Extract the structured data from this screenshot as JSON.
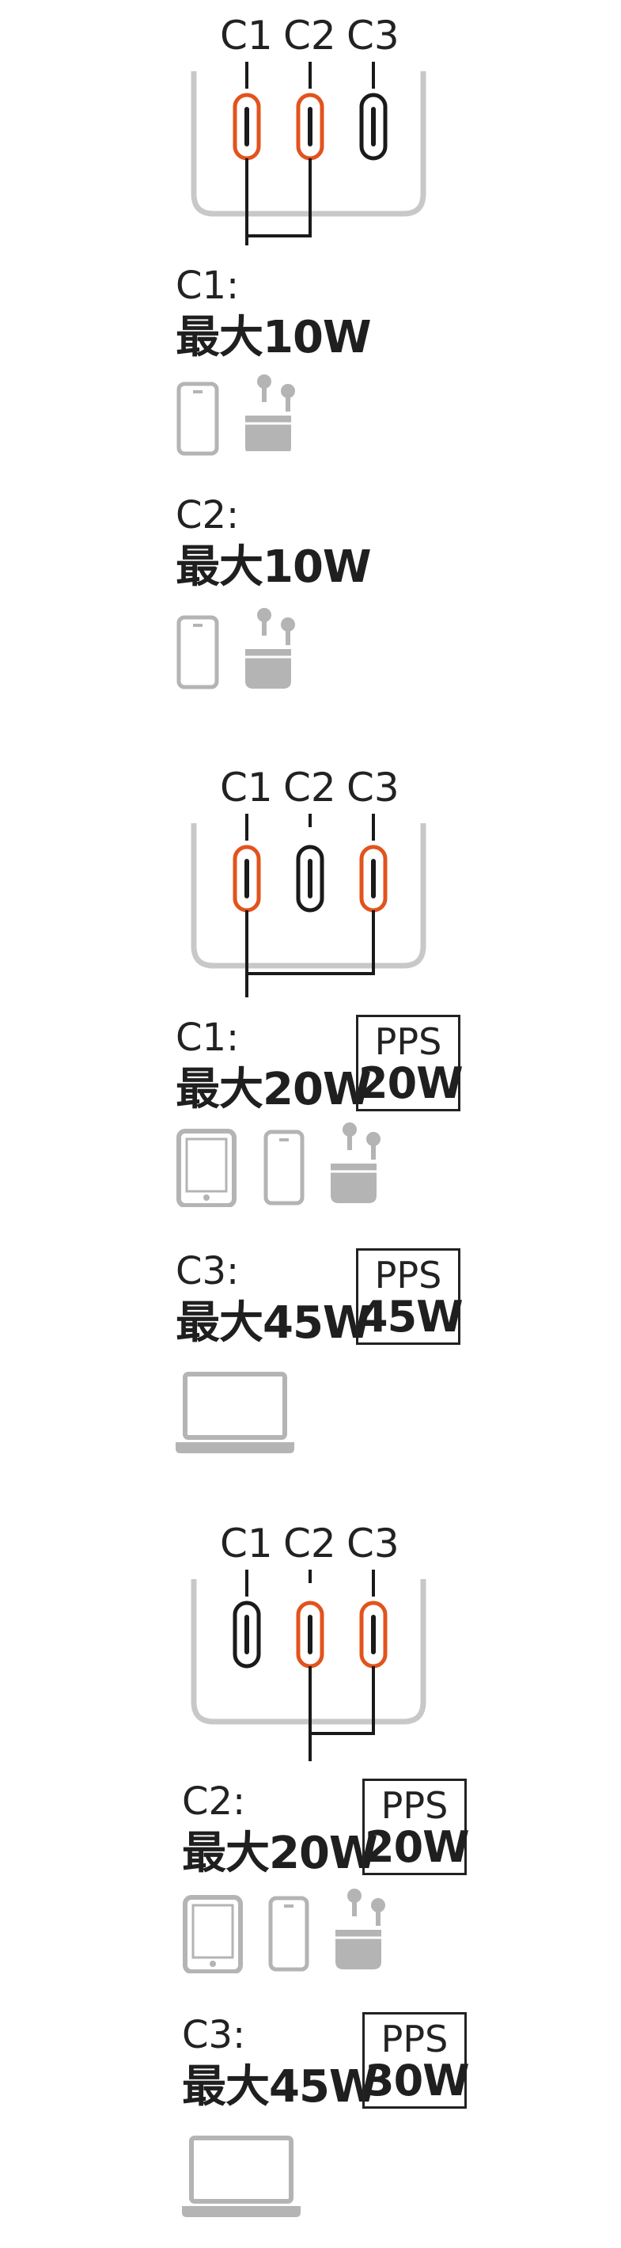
{
  "colors": {
    "active_port": "#e2531d",
    "inactive_port": "#1a1a1a",
    "outline": "#c8c8c8",
    "device": "#b4b4b4",
    "line": "#1a1a1a"
  },
  "configs": [
    {
      "ports": [
        "C1",
        "C2",
        "C3"
      ],
      "active": [
        "C1",
        "C2"
      ],
      "sections": [
        {
          "port": "C1:",
          "max": "最大10W",
          "devices": [
            "phone-icon",
            "earbuds-icon"
          ]
        },
        {
          "port": "C2:",
          "max": "最大10W",
          "devices": [
            "phone-icon",
            "earbuds-icon"
          ]
        }
      ]
    },
    {
      "ports": [
        "C1",
        "C2",
        "C3"
      ],
      "active": [
        "C1",
        "C3"
      ],
      "sections": [
        {
          "port": "C1:",
          "max": "最大20W",
          "pps_label": "PPS",
          "pps_power": "20W",
          "devices": [
            "tablet-icon",
            "phone-icon",
            "earbuds-icon"
          ]
        },
        {
          "port": "C3:",
          "max": "最大45W",
          "pps_label": "PPS",
          "pps_power": "45W",
          "devices": [
            "laptop-icon"
          ]
        }
      ]
    },
    {
      "ports": [
        "C1",
        "C2",
        "C3"
      ],
      "active": [
        "C2",
        "C3"
      ],
      "sections": [
        {
          "port": "C2:",
          "max": "最大20W",
          "pps_label": "PPS",
          "pps_power": "20W",
          "devices": [
            "tablet-icon",
            "phone-icon",
            "earbuds-icon"
          ]
        },
        {
          "port": "C3:",
          "max": "最大45W",
          "pps_label": "PPS",
          "pps_power": "30W",
          "devices": [
            "laptop-icon"
          ]
        }
      ]
    }
  ]
}
